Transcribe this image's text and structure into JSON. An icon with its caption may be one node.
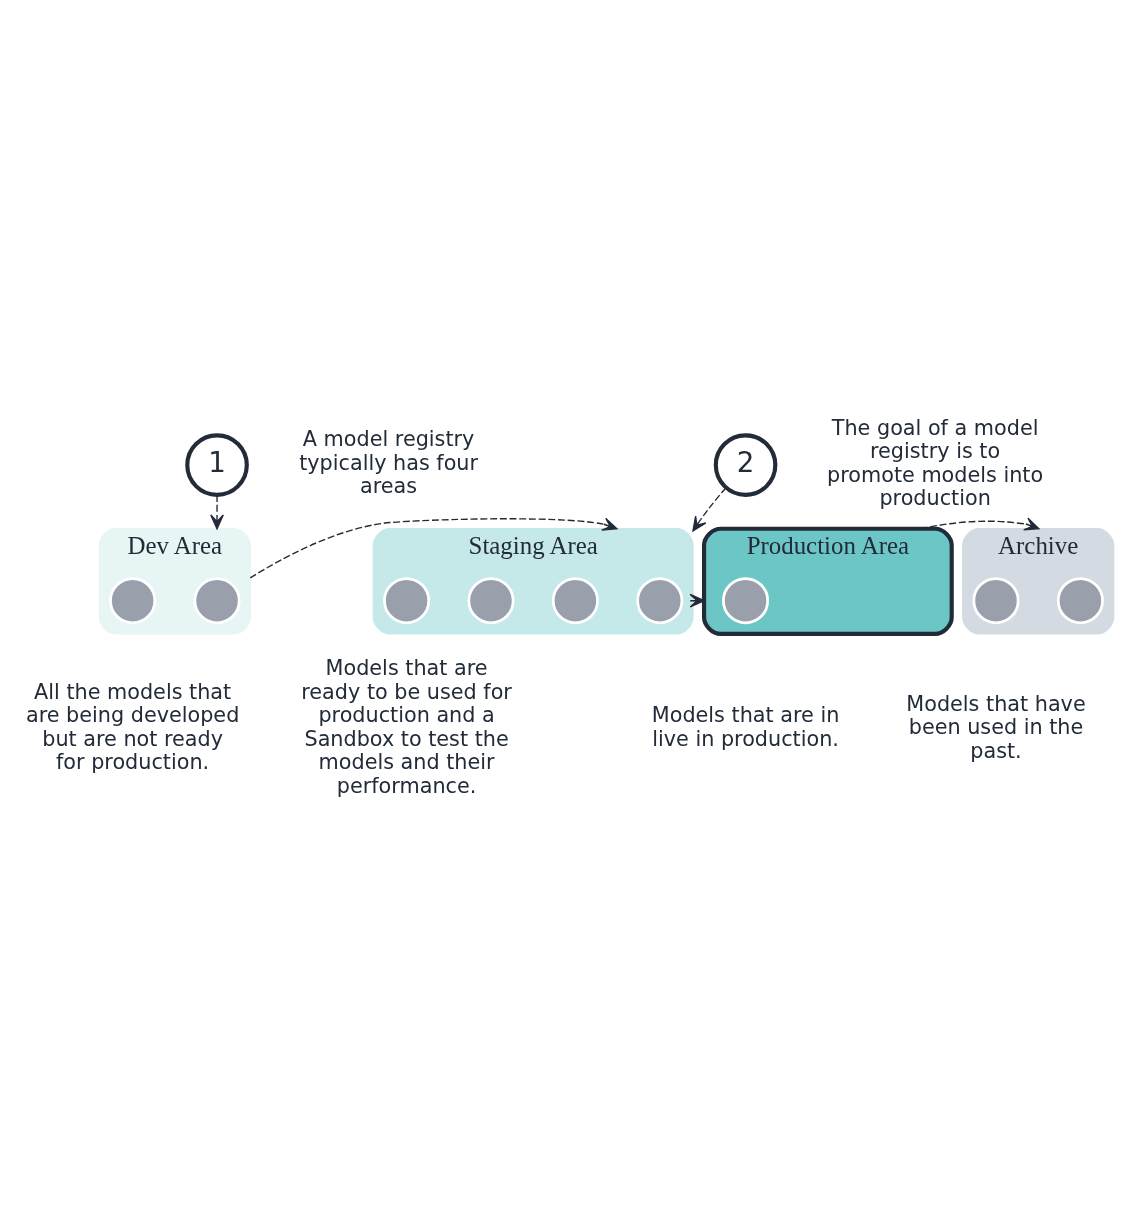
{
  "diagram": {
    "nodes": [
      {
        "text": [
          "1"
        ],
        "beside": [
          "A model registry typically has four areas"
        ]
      },
      {
        "text": [
          "2"
        ],
        "beside": [
          "The goal of a model registry is to promote models into production"
        ]
      },
      {
        "text": [
          "Dev Area"
        ],
        "beside": [
          "All the models that are being developed but are not ready for production."
        ]
      },
      {
        "text": [],
        "shape": "circle",
        "in": 2
      },
      {
        "text": [],
        "shape": "circle",
        "in": 2
      },
      {
        "text": [
          "Staging Area"
        ],
        "beside": [
          "Models that are ready to be used for production and a Sandbox to test the models and their performance."
        ]
      },
      {
        "text": [],
        "shape": "circle",
        "in": 5
      },
      {
        "text": [],
        "shape": "circle",
        "in": 5
      },
      {
        "text": [],
        "shape": "circle",
        "in": 5
      },
      {
        "text": [],
        "shape": "circle",
        "in": 5
      },
      {
        "text": [
          "Production Area"
        ],
        "beside": [
          "Models that are in live in production."
        ]
      },
      {
        "text": [],
        "shape": "circle",
        "in": 10
      },
      {
        "text": [
          "Archive"
        ],
        "beside": [
          "Models that have been used in the past."
        ]
      },
      {
        "text": [],
        "shape": "circle",
        "in": 12
      },
      {
        "text": [],
        "shape": "circle",
        "in": 12
      }
    ],
    "edges": [
      {
        "from": 0,
        "to": 2,
        "arrow": "to",
        "style": "dashed"
      },
      {
        "from": 1,
        "to": 5,
        "arrow": "to",
        "style": "dashed"
      },
      {
        "from": 2,
        "to": 5,
        "arrow": "to",
        "style": "dashed"
      },
      {
        "from": 5,
        "to": 10,
        "arrow": "to",
        "style": "dashed"
      },
      {
        "from": 10,
        "to": 12,
        "arrow": "to",
        "style": "dashed"
      }
    ]
  }
}
